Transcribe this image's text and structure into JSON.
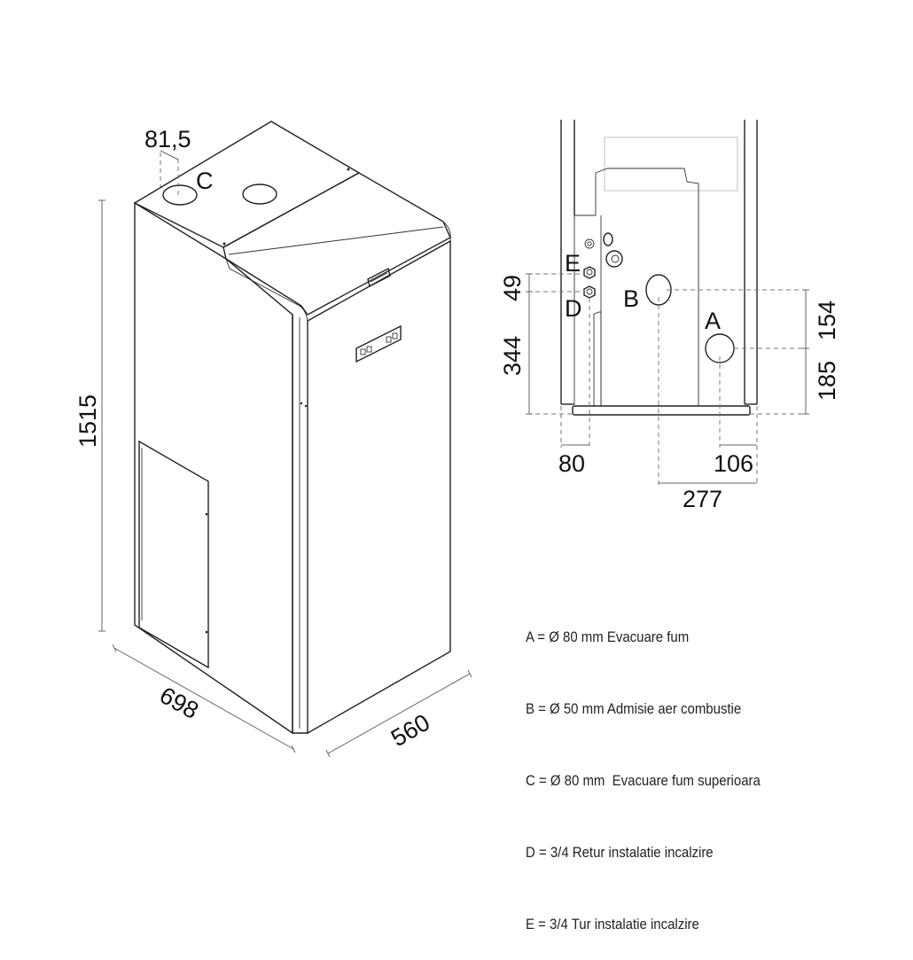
{
  "isometric_view": {
    "dimensions": {
      "height": "1515",
      "depth": "698",
      "width": "560",
      "flue_offset": "81,5"
    },
    "labels": {
      "c": "C"
    }
  },
  "rear_view": {
    "dimensions": {
      "e_to_d": "49",
      "d_height": "344",
      "a_to_b": "154",
      "a_height": "185",
      "d_from_side": "80",
      "a_from_side": "106",
      "b_from_side": "277"
    },
    "labels": {
      "a": "A",
      "b": "B",
      "d": "D",
      "e": "E"
    }
  },
  "legend": {
    "items": [
      "A = Ø 80 mm Evacuare fum",
      "B = Ø 50 mm Admisie aer combustie",
      "C = Ø 80 mm  Evacuare fum superioara",
      "D = 3/4 Retur instalatie incalzire",
      "E = 3/4 Tur instalatie incalzire"
    ]
  }
}
